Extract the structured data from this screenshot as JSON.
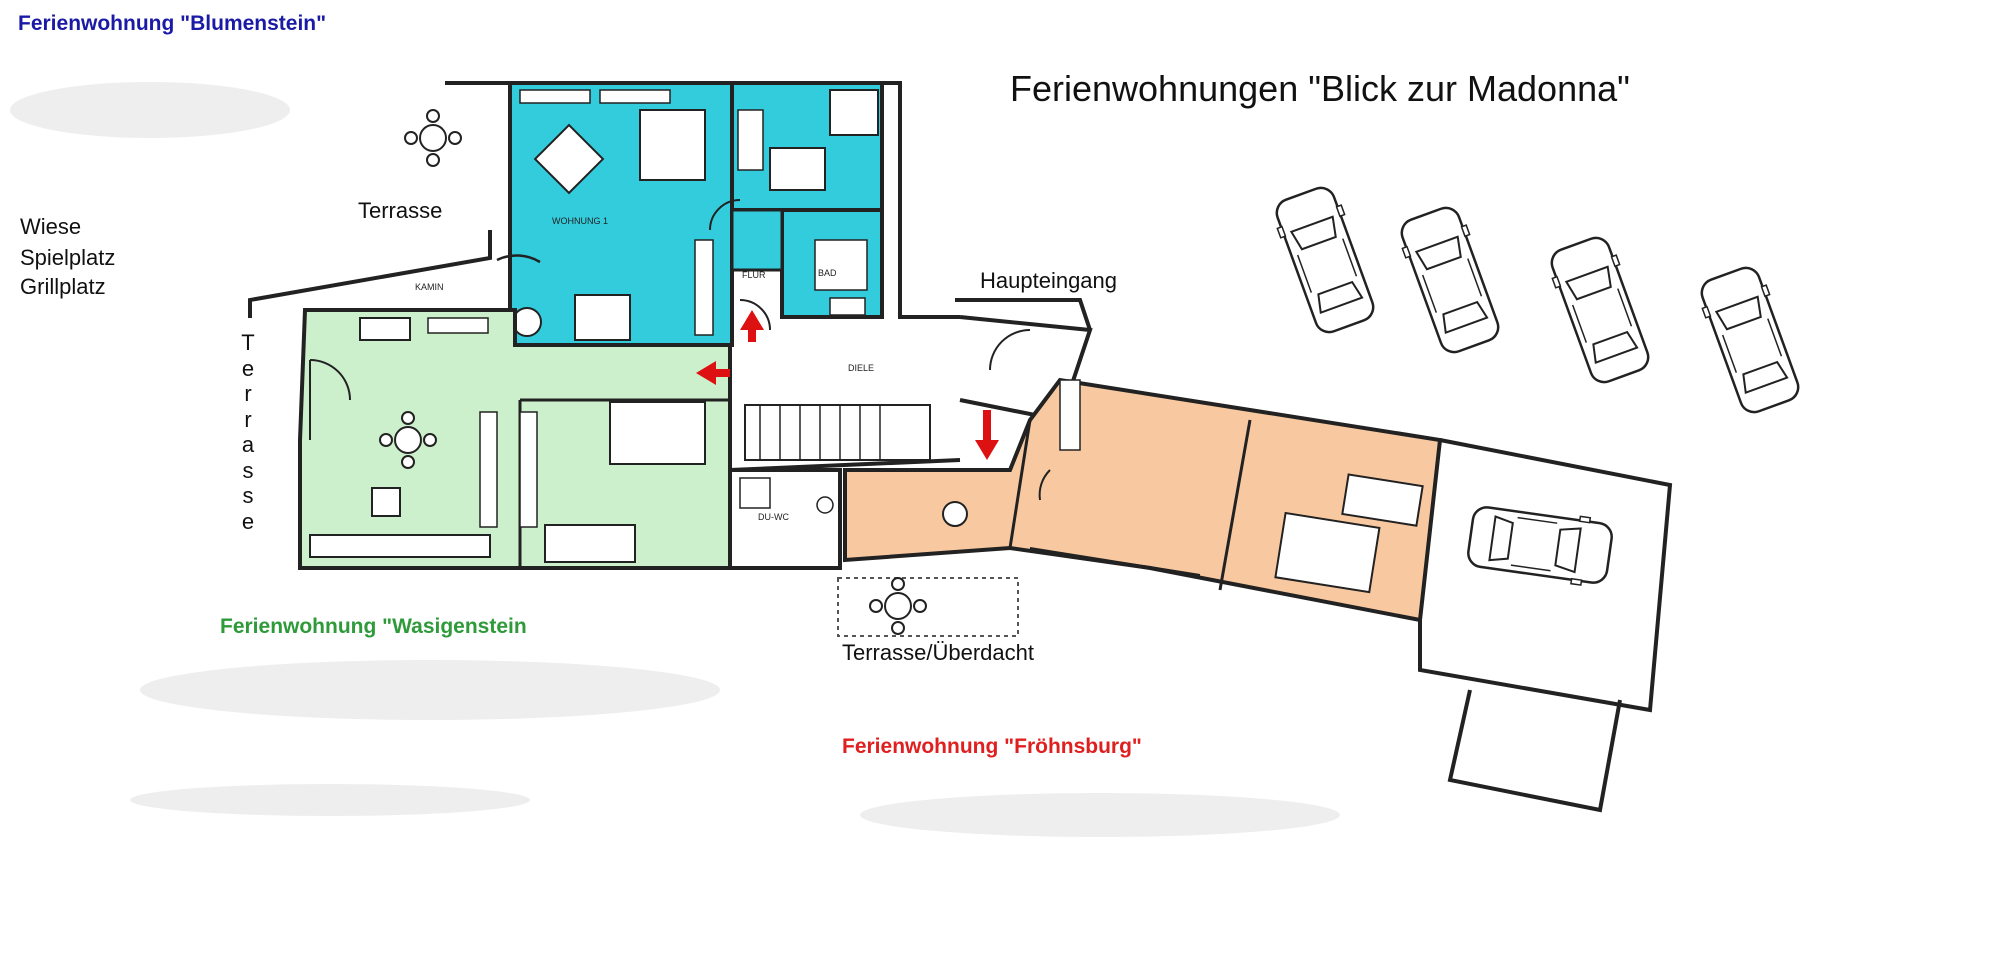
{
  "labels": {
    "blumenstein": "Ferienwohnung \"Blumenstein\"",
    "main_title": "Ferienwohnungen \"Blick zur Madonna\"",
    "terrasse_top": "Terrasse",
    "wiese": "Wiese",
    "spielplatz": "Spielplatz",
    "grillplatz": "Grillplatz",
    "kamin": "KAMIN",
    "wohnung1": "WOHNUNG 1",
    "flur": "FLUR",
    "bad": "BAD",
    "haupteingang": "Haupteingang",
    "diele": "DIELE",
    "terrasse_vertical": "Terrasse",
    "du_wc": "DU-WC",
    "wasigenstein": "Ferienwohnung \"Wasigenstein",
    "terrasse_ueberdacht": "Terrasse/Überdacht",
    "froehnsburg": "Ferienwohnung \"Fröhnsburg\""
  },
  "colors": {
    "blumenstein": "#1a1aa6",
    "wasigenstein": "#2e9a3a",
    "froehnsburg": "#e01f1f",
    "cyan_fill": "#33ccdd",
    "green_fill": "#ccf0cc",
    "orange_fill": "#f8c9a0",
    "arrow": "#dd1111"
  }
}
